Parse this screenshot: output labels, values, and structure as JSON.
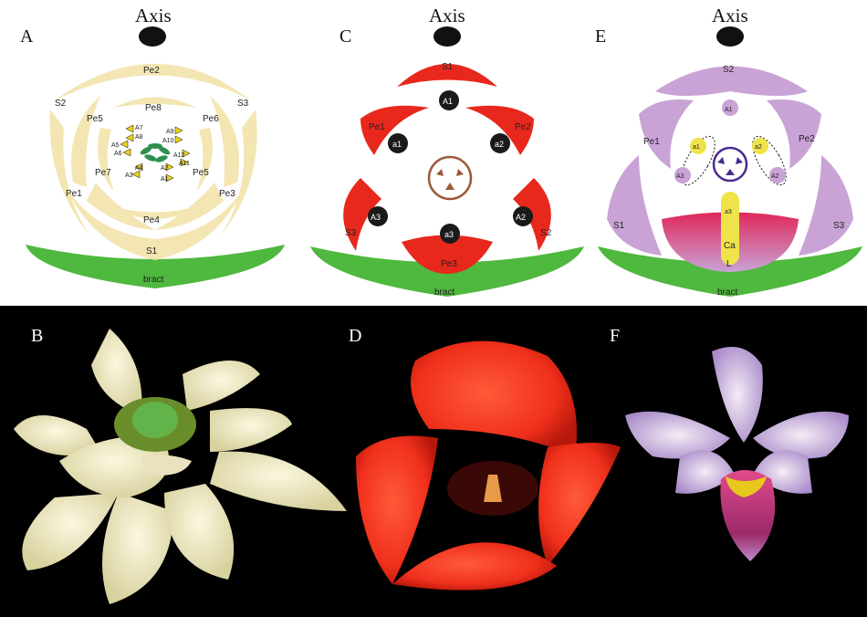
{
  "panels": {
    "A": {
      "letter": "A",
      "axis": "Axis",
      "labels": {
        "pe2": "Pe2",
        "s2": "S2",
        "s3": "S3",
        "pe5l": "Pe5",
        "pe8": "Pe8",
        "pe6": "Pe6",
        "pe7": "Pe7",
        "pe5r": "Pe5",
        "pe1": "Pe1",
        "pe3": "Pe3",
        "pe4": "Pe4",
        "s1": "S1",
        "bract": "bract",
        "a7": "A7",
        "a8": "A8",
        "a9": "A9",
        "a10": "A10",
        "a5": "A5",
        "a6": "A6",
        "a12": "A12",
        "a11": "A11",
        "a4": "A4",
        "a2": "A2",
        "a3": "A3",
        "a1": "A1"
      },
      "colors": {
        "tepal": "#f3e6b3",
        "stamen": "#e8d21d",
        "carpel": "#2f8f4f",
        "bract": "#4fb83e"
      }
    },
    "C": {
      "letter": "C",
      "axis": "Axis",
      "labels": {
        "s1": "S1",
        "a1": "A1",
        "pe1": "Pe1",
        "pe2": "Pe2",
        "a1s": "a1",
        "a2s": "a2",
        "a3": "A3",
        "a2": "A2",
        "s3": "S3",
        "s2": "S2",
        "a3s": "a3",
        "pe3": "Pe3",
        "bract": "bract"
      },
      "colors": {
        "perianth": "#e8281c",
        "stamen": "#1a1a1a",
        "gynoecium": "#9a5a3a",
        "bract": "#4fb83e"
      }
    },
    "E": {
      "letter": "E",
      "axis": "Axis",
      "labels": {
        "s2": "S2",
        "a1": "A1",
        "pe1": "Pe1",
        "pe2": "Pe2",
        "a1s": "a1",
        "a2s": "a2",
        "a3": "A3",
        "a2": "A2",
        "s1": "S1",
        "s3": "S3",
        "a3s": "a3",
        "ca": "Ca",
        "l": "L",
        "bract": "bract"
      },
      "colors": {
        "perianth": "#c9a3d6",
        "staminode": "#efe34a",
        "gynoecium": "#4a2a90",
        "labellum": "#e0285a",
        "bract": "#4fb83e"
      }
    },
    "B": {
      "letter": "B"
    },
    "D": {
      "letter": "D"
    },
    "F": {
      "letter": "F"
    }
  }
}
